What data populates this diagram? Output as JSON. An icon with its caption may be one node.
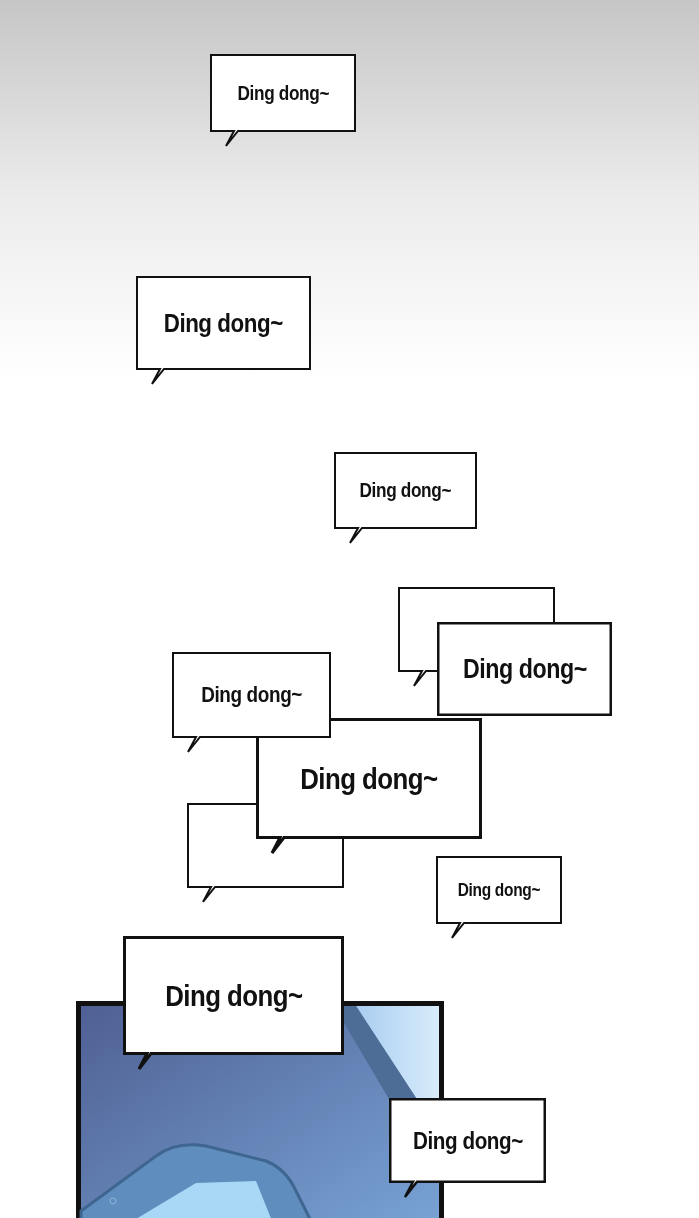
{
  "diagram": {
    "nodes": [
      {
        "text": [
          "Ding dong~"
        ]
      },
      {
        "text": [
          "Ding dong~"
        ]
      },
      {
        "text": [
          "Ding dong~"
        ]
      },
      {
        "text": [],
        "shape": "box"
      },
      {
        "text": [
          "Ding dong~"
        ]
      },
      {
        "text": [
          "Ding dong~"
        ]
      },
      {
        "text": [
          "Ding dong~"
        ]
      },
      {
        "text": [],
        "shape": "box"
      },
      {
        "text": [
          "Ding dong~"
        ]
      },
      {
        "text": [
          "Ding dong~"
        ]
      },
      {
        "text": [
          "Ding dong~"
        ]
      }
    ]
  }
}
